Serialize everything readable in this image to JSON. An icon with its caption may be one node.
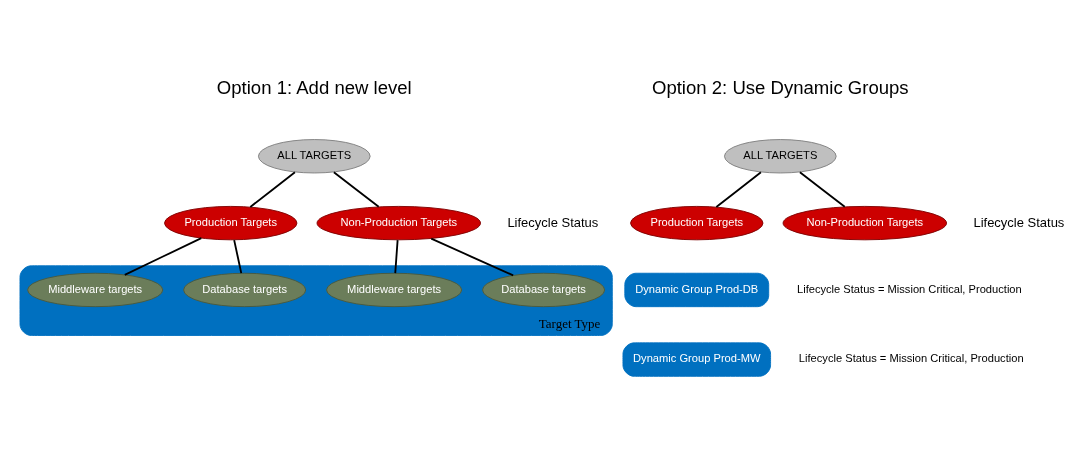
{
  "diagram": {
    "nodes": [
      {
        "text": [
          "ALL TARGETS"
        ]
      },
      {
        "text": [
          "Production Targets"
        ]
      },
      {
        "text": [
          "Non-Production Targets"
        ]
      },
      {
        "text": [
          "Target Type"
        ]
      },
      {
        "text": [
          "Database targets"
        ],
        "in": 3
      },
      {
        "text": [
          "Middleware targets"
        ],
        "in": 3
      },
      {
        "text": [
          "Database targets"
        ],
        "in": 3
      },
      {
        "text": [
          "Middleware targets"
        ],
        "in": 3
      },
      {
        "text": [
          "ALL TARGETS"
        ]
      },
      {
        "text": [
          "Production Targets"
        ]
      },
      {
        "text": [
          "Non-Production Targets"
        ]
      },
      {
        "text": [
          "Dynamic Group Prod-DB"
        ],
        "beside": [
          "Lifecycle Status = Mission Critical, Production"
        ]
      },
      {
        "text": [
          "Dynamic Group Prod-MW"
        ],
        "beside": [
          "Lifecycle Status = Mission Critical, Production"
        ]
      }
    ],
    "edges": [
      {
        "from": 0,
        "to": 1,
        "arrow": "none"
      },
      {
        "from": 0,
        "to": 2,
        "arrow": "none"
      },
      {
        "from": 1,
        "to": 4,
        "arrow": "none"
      },
      {
        "from": 1,
        "to": 5,
        "arrow": "none"
      },
      {
        "from": 2,
        "to": 6,
        "arrow": "none"
      },
      {
        "from": 2,
        "to": 7,
        "arrow": "none"
      },
      {
        "from": 8,
        "to": 9,
        "arrow": "none"
      },
      {
        "from": 8,
        "to": 10,
        "arrow": "none"
      }
    ],
    "labels": [
      "Option 1: Add new level",
      "Option 2: Use Dynamic Groups",
      "Lifecycle Status",
      "Lifecycle Status"
    ]
  }
}
